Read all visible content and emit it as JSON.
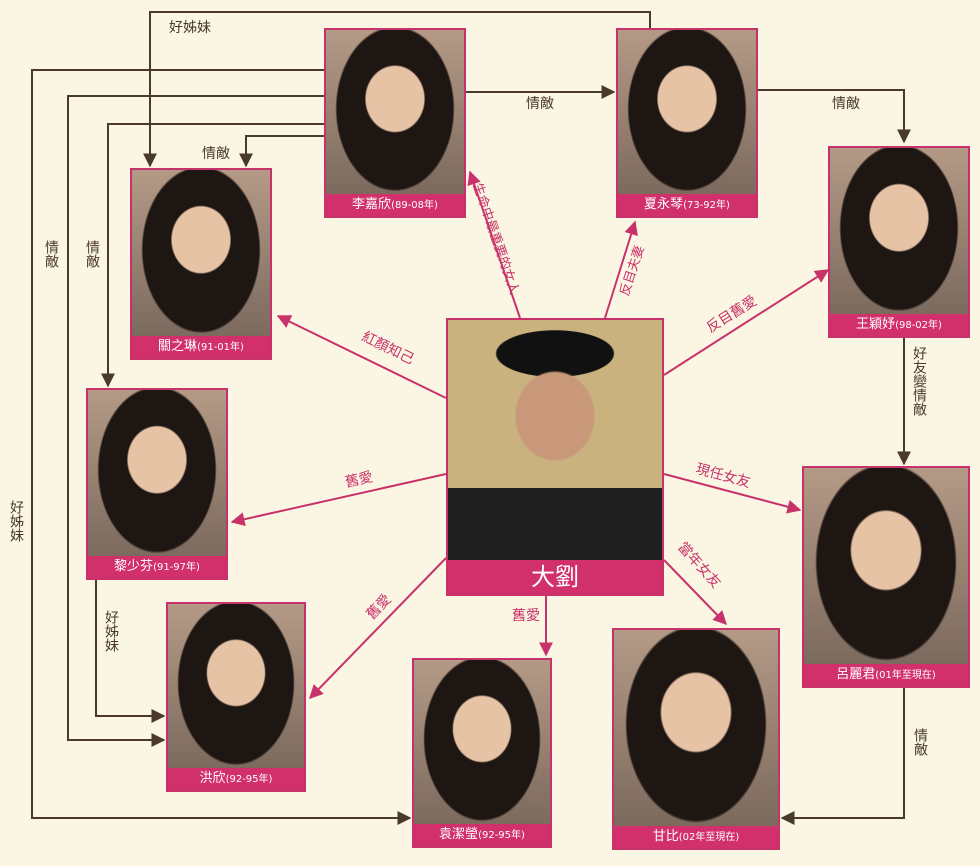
{
  "center": {
    "name": "大劉"
  },
  "people": [
    {
      "id": "li",
      "name": "李嘉欣",
      "years": "(89-08年)"
    },
    {
      "id": "he",
      "name": "夏永琴",
      "years": "(73-92年)"
    },
    {
      "id": "guan",
      "name": "關之琳",
      "years": "(91-01年)"
    },
    {
      "id": "wang",
      "name": "王穎妤",
      "years": "(98-02年)"
    },
    {
      "id": "li2",
      "name": "黎少芬",
      "years": "(91-97年)"
    },
    {
      "id": "lv",
      "name": "呂麗君",
      "years": "(01年至現在)"
    },
    {
      "id": "hong",
      "name": "洪欣",
      "years": "(92-95年)"
    },
    {
      "id": "yuan",
      "name": "袁潔瑩",
      "years": "(92-95年)"
    },
    {
      "id": "gan",
      "name": "甘比",
      "years": "(02年至現在)"
    }
  ],
  "relations": {
    "to_li": "生命中最重要的女人",
    "to_he": "反目夫妻",
    "to_guan": "紅顏知己",
    "to_wang": "反目舊愛",
    "to_li2": "舊愛",
    "to_lv": "現任女友",
    "to_hong": "舊愛",
    "to_yuan": "舊愛",
    "to_gan": "當年女友",
    "li_he": "情敵",
    "he_wang": "情敵",
    "li_guan": "情敵",
    "wang_lv": "好友變情敵",
    "lv_gan": "情敵",
    "li2_hong": "好姊妹",
    "top_sisters": "好姊妹",
    "left_rival1": "情敵",
    "left_rival2": "情敵",
    "left_sisters": "好姊妹"
  },
  "colors": {
    "accent": "#d1306a",
    "arrow_red": "#c8326a",
    "arrow_dark": "#4a3a2c",
    "background": "#fbf6e3"
  }
}
